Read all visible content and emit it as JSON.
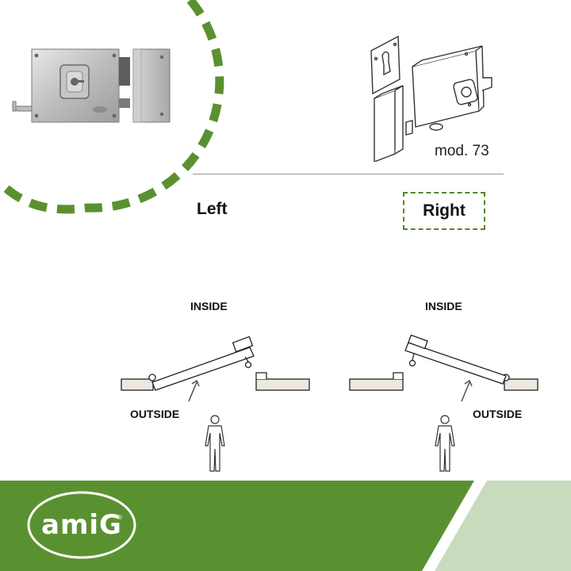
{
  "model_label": "mod. 73",
  "handing": {
    "left_label": "Left",
    "right_label": "Right",
    "selected": "Right"
  },
  "diagram_left": {
    "inside_label": "INSIDE",
    "outside_label": "OUTSIDE"
  },
  "diagram_right": {
    "inside_label": "INSIDE",
    "outside_label": "OUTSIDE"
  },
  "brand": {
    "name": "amiG",
    "registered": "®"
  },
  "colors": {
    "brand_green": "#5a9130",
    "light_green": "#c8dbbd",
    "dash_green": "#4f8a2b"
  }
}
